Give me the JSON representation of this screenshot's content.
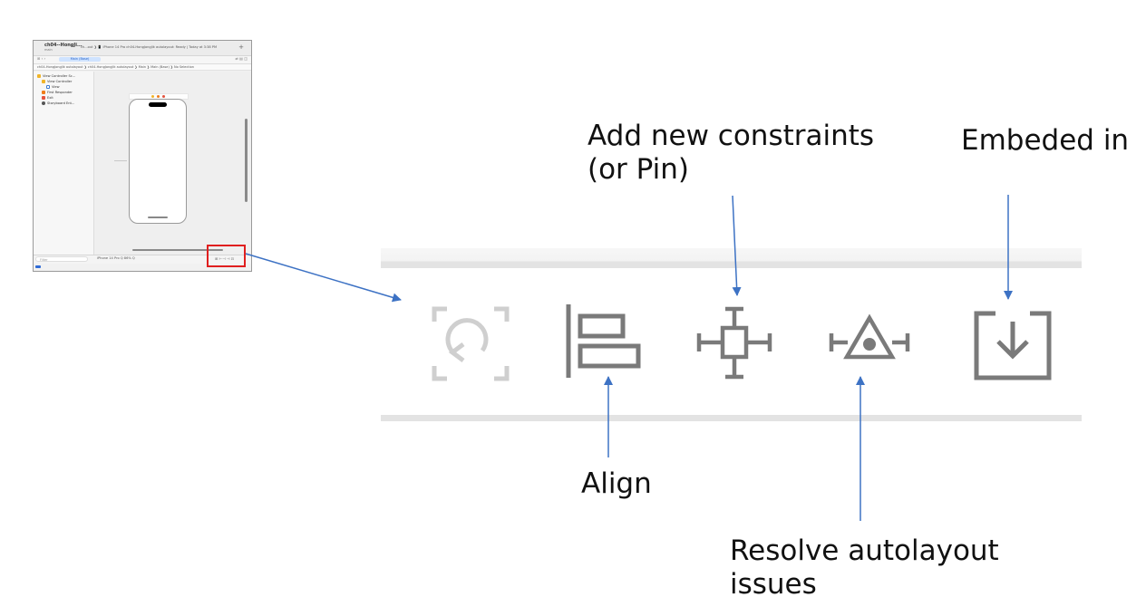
{
  "thumbnail": {
    "project_name": "ch04--HongJi...",
    "project_sub": "main",
    "status_text": "ch...out ❯ 📱 iPhone 14 Pro   ch04-HongJongJik autolayout: Ready | Today at 3:38 PM",
    "tab_label": "Main (Base)",
    "path_text": "ch04-HongJongJik autolayout ❯ ch04-HongJongJik autolayout ❯ Main ❯ Main (Base) ❯ No Selection",
    "nav_items": [
      {
        "label": "View Controller Sc...",
        "color": "#f0b429"
      },
      {
        "label": "View Controller",
        "color": "#f0b429"
      },
      {
        "label": "View",
        "color": "#ffffff"
      },
      {
        "label": "First Responder",
        "color": "#f07d1a"
      },
      {
        "label": "Exit",
        "color": "#e5533d"
      },
      {
        "label": "Storyboard Ent...",
        "color": "#555555"
      }
    ],
    "filter_placeholder": "Filter",
    "bottom_text": "iPhone 14 Pro   Q  86%  Q",
    "bottom_icons": "⊞ ⊢⊣ ⊣ ⊡"
  },
  "labels": {
    "pin": "Add new constraints\n(or Pin)",
    "embed": "Embeded in",
    "align": "Align",
    "resolve": "Resolve autolayout\nissues"
  },
  "colors": {
    "arrow": "#3d72c4",
    "icon": "#7a7a7a",
    "icon_disabled": "#cfcfcf",
    "highlight": "#e01f1f"
  },
  "icons": [
    "update-frames-icon",
    "align-icon",
    "pin-icon",
    "resolve-issues-icon",
    "embed-in-icon"
  ]
}
